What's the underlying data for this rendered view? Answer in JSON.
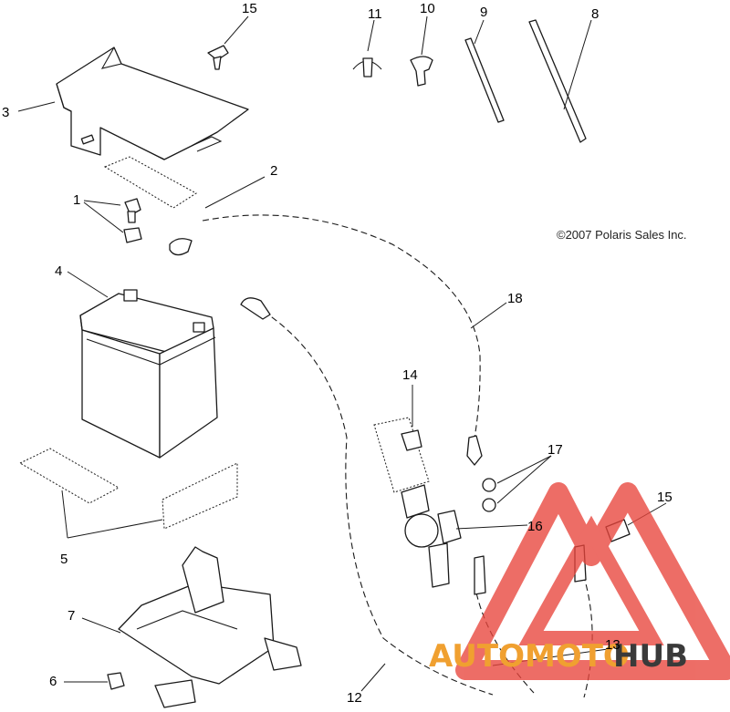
{
  "diagram": {
    "copyright": "©2007 Polaris Sales Inc.",
    "callouts": [
      {
        "id": "c1",
        "text": "1"
      },
      {
        "id": "c2",
        "text": "2"
      },
      {
        "id": "c3",
        "text": "3"
      },
      {
        "id": "c4",
        "text": "4"
      },
      {
        "id": "c5",
        "text": "5"
      },
      {
        "id": "c6",
        "text": "6"
      },
      {
        "id": "c7",
        "text": "7"
      },
      {
        "id": "c8",
        "text": "8"
      },
      {
        "id": "c9",
        "text": "9"
      },
      {
        "id": "c10",
        "text": "10"
      },
      {
        "id": "c11",
        "text": "11"
      },
      {
        "id": "c12",
        "text": "12"
      },
      {
        "id": "c13",
        "text": "13"
      },
      {
        "id": "c14",
        "text": "14"
      },
      {
        "id": "c15a",
        "text": "15"
      },
      {
        "id": "c15b",
        "text": "15"
      },
      {
        "id": "c16",
        "text": "16"
      },
      {
        "id": "c17",
        "text": "17"
      },
      {
        "id": "c18",
        "text": "18"
      }
    ]
  },
  "watermark": {
    "brand_part1": "AUTOMOTO",
    "brand_part2": "HUB",
    "color_primary": "#e8453c",
    "color_accent": "#f0a030",
    "color_dark": "#3a3a3a"
  }
}
